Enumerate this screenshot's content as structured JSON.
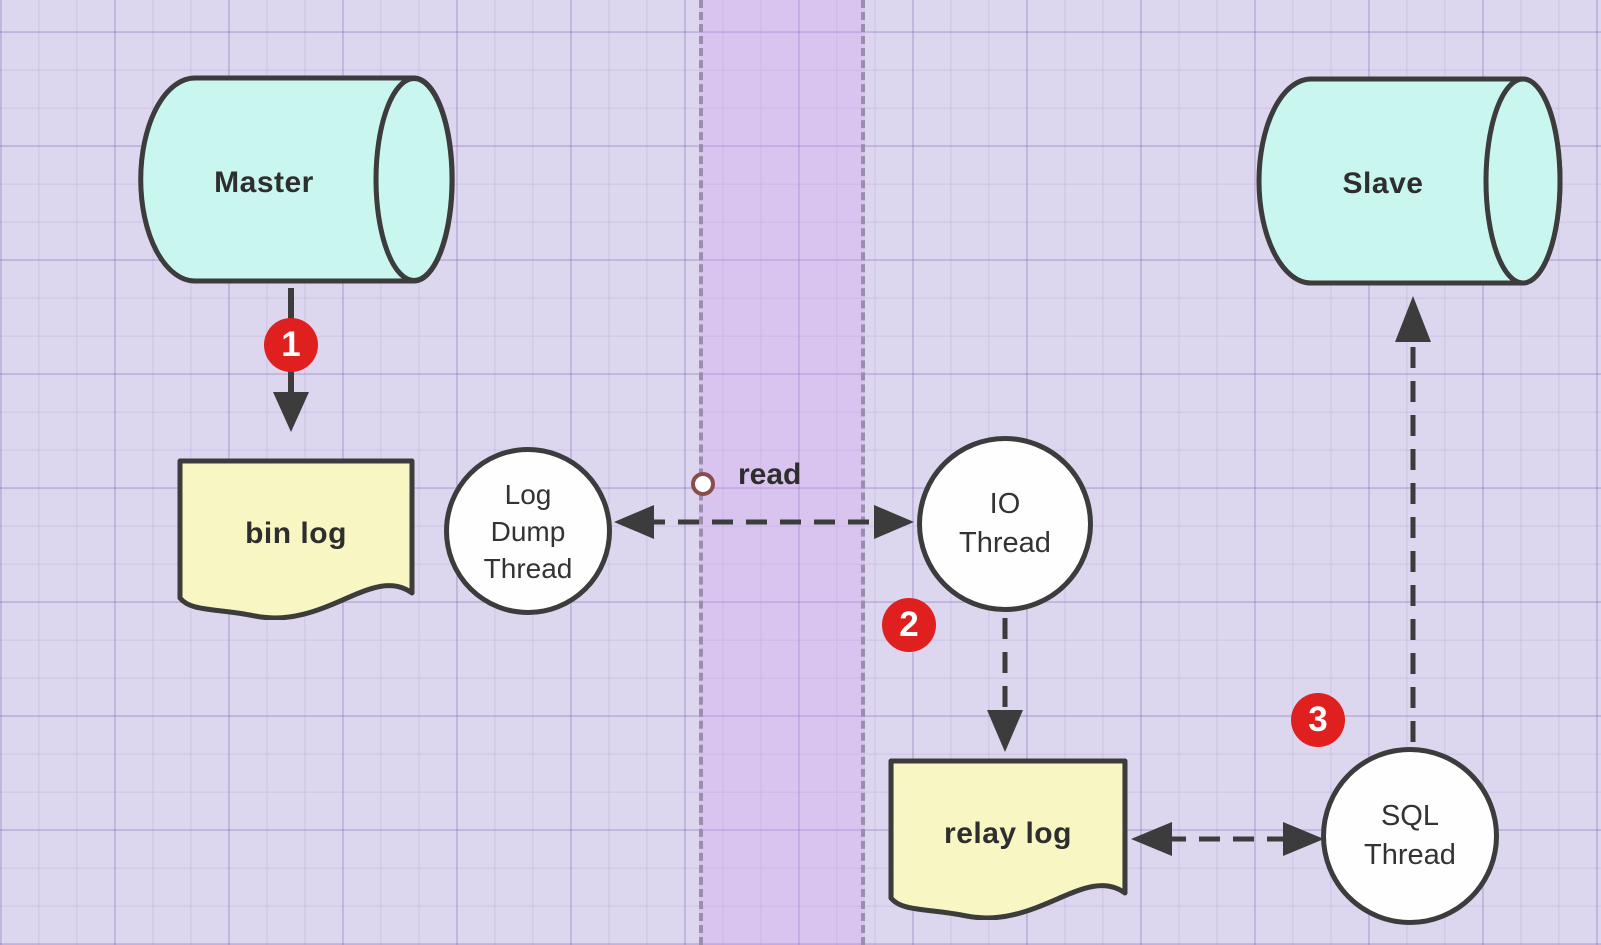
{
  "diagram": {
    "nodes": {
      "master": {
        "type": "cylinder",
        "label": "Master"
      },
      "slave": {
        "type": "cylinder",
        "label": "Slave"
      },
      "bin_log": {
        "type": "document",
        "label": "bin log"
      },
      "relay_log": {
        "type": "document",
        "label": "relay log"
      },
      "log_dump_thread": {
        "type": "circle",
        "label_lines": [
          "Log",
          "Dump",
          "Thread"
        ]
      },
      "io_thread": {
        "type": "circle",
        "label_lines": [
          "IO",
          "Thread"
        ]
      },
      "sql_thread": {
        "type": "circle",
        "label_lines": [
          "SQL",
          "Thread"
        ]
      }
    },
    "badges": [
      {
        "value": "1"
      },
      {
        "value": "2"
      },
      {
        "value": "3"
      }
    ],
    "edges": {
      "read_label": "read",
      "list": [
        {
          "from": "master",
          "to": "bin_log",
          "style": "solid-arrow"
        },
        {
          "from": "log_dump_thread",
          "to": "io_thread",
          "style": "dashed-double-arrow",
          "label": "read"
        },
        {
          "from": "io_thread",
          "to": "relay_log",
          "style": "dashed-arrow"
        },
        {
          "from": "relay_log",
          "to": "sql_thread",
          "style": "dashed-double-arrow"
        },
        {
          "from": "sql_thread",
          "to": "slave",
          "style": "dashed-arrow"
        }
      ]
    },
    "colors": {
      "background": "#dcd6ee",
      "boundary_band": "#e6d3f7",
      "band_dash": "#9a8eae",
      "cylinder_fill": "#c9f6ee",
      "document_fill": "#f8f7c4",
      "circle_fill": "#fefefe",
      "stroke": "#3c3c3c",
      "badge": "#e01f1f",
      "badge_text": "#ffffff",
      "read_marker_ring": "#8a4d4d",
      "text": "#2e2e2e"
    }
  }
}
